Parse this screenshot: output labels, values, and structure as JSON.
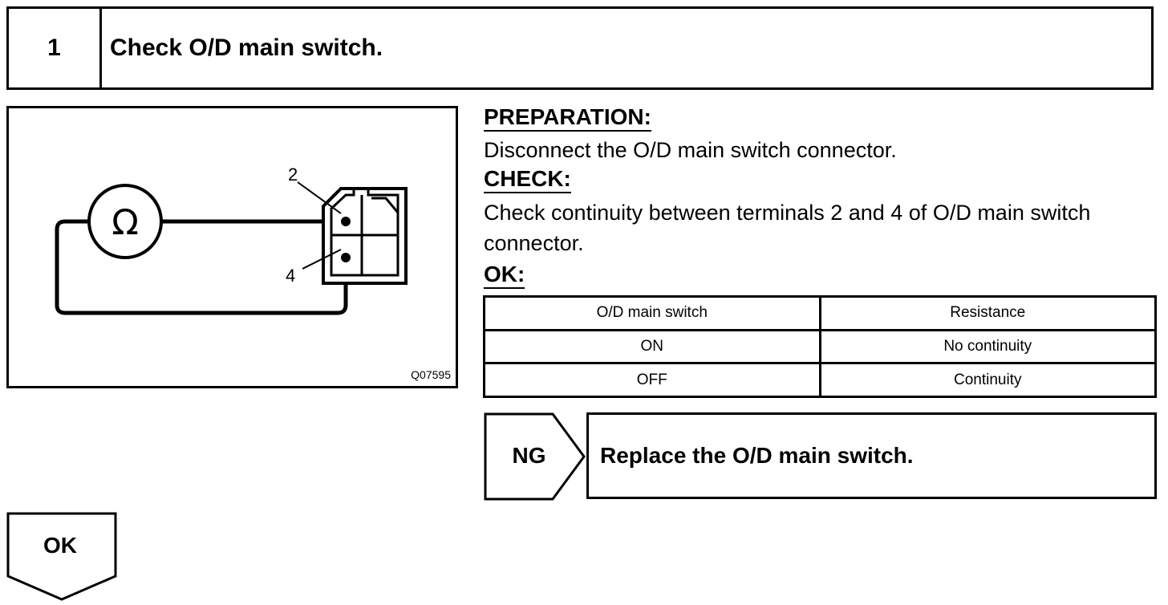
{
  "step": {
    "number": "1",
    "title": "Check O/D main switch."
  },
  "figure": {
    "code": "Q07595",
    "meter_symbol": "Ω",
    "terminal_a": "2",
    "terminal_b": "4",
    "meter_icon": "ohmmeter-icon",
    "connector_icon": "connector-icon"
  },
  "preparation": {
    "heading": "PREPARATION:",
    "text": "Disconnect the O/D main switch connector."
  },
  "check": {
    "heading": "CHECK:",
    "text_line1": "Check continuity between terminals 2 and 4 of O/D main switch",
    "text_line2": "connector."
  },
  "ok_section": {
    "heading": "OK:"
  },
  "spec_table": {
    "headers": [
      "O/D main switch",
      "Resistance"
    ],
    "rows": [
      [
        "ON",
        "No continuity"
      ],
      [
        "OFF",
        "Continuity"
      ]
    ]
  },
  "ng_result": {
    "label": "NG",
    "action": "Replace the O/D main switch."
  },
  "ok_result": {
    "label": "OK"
  }
}
